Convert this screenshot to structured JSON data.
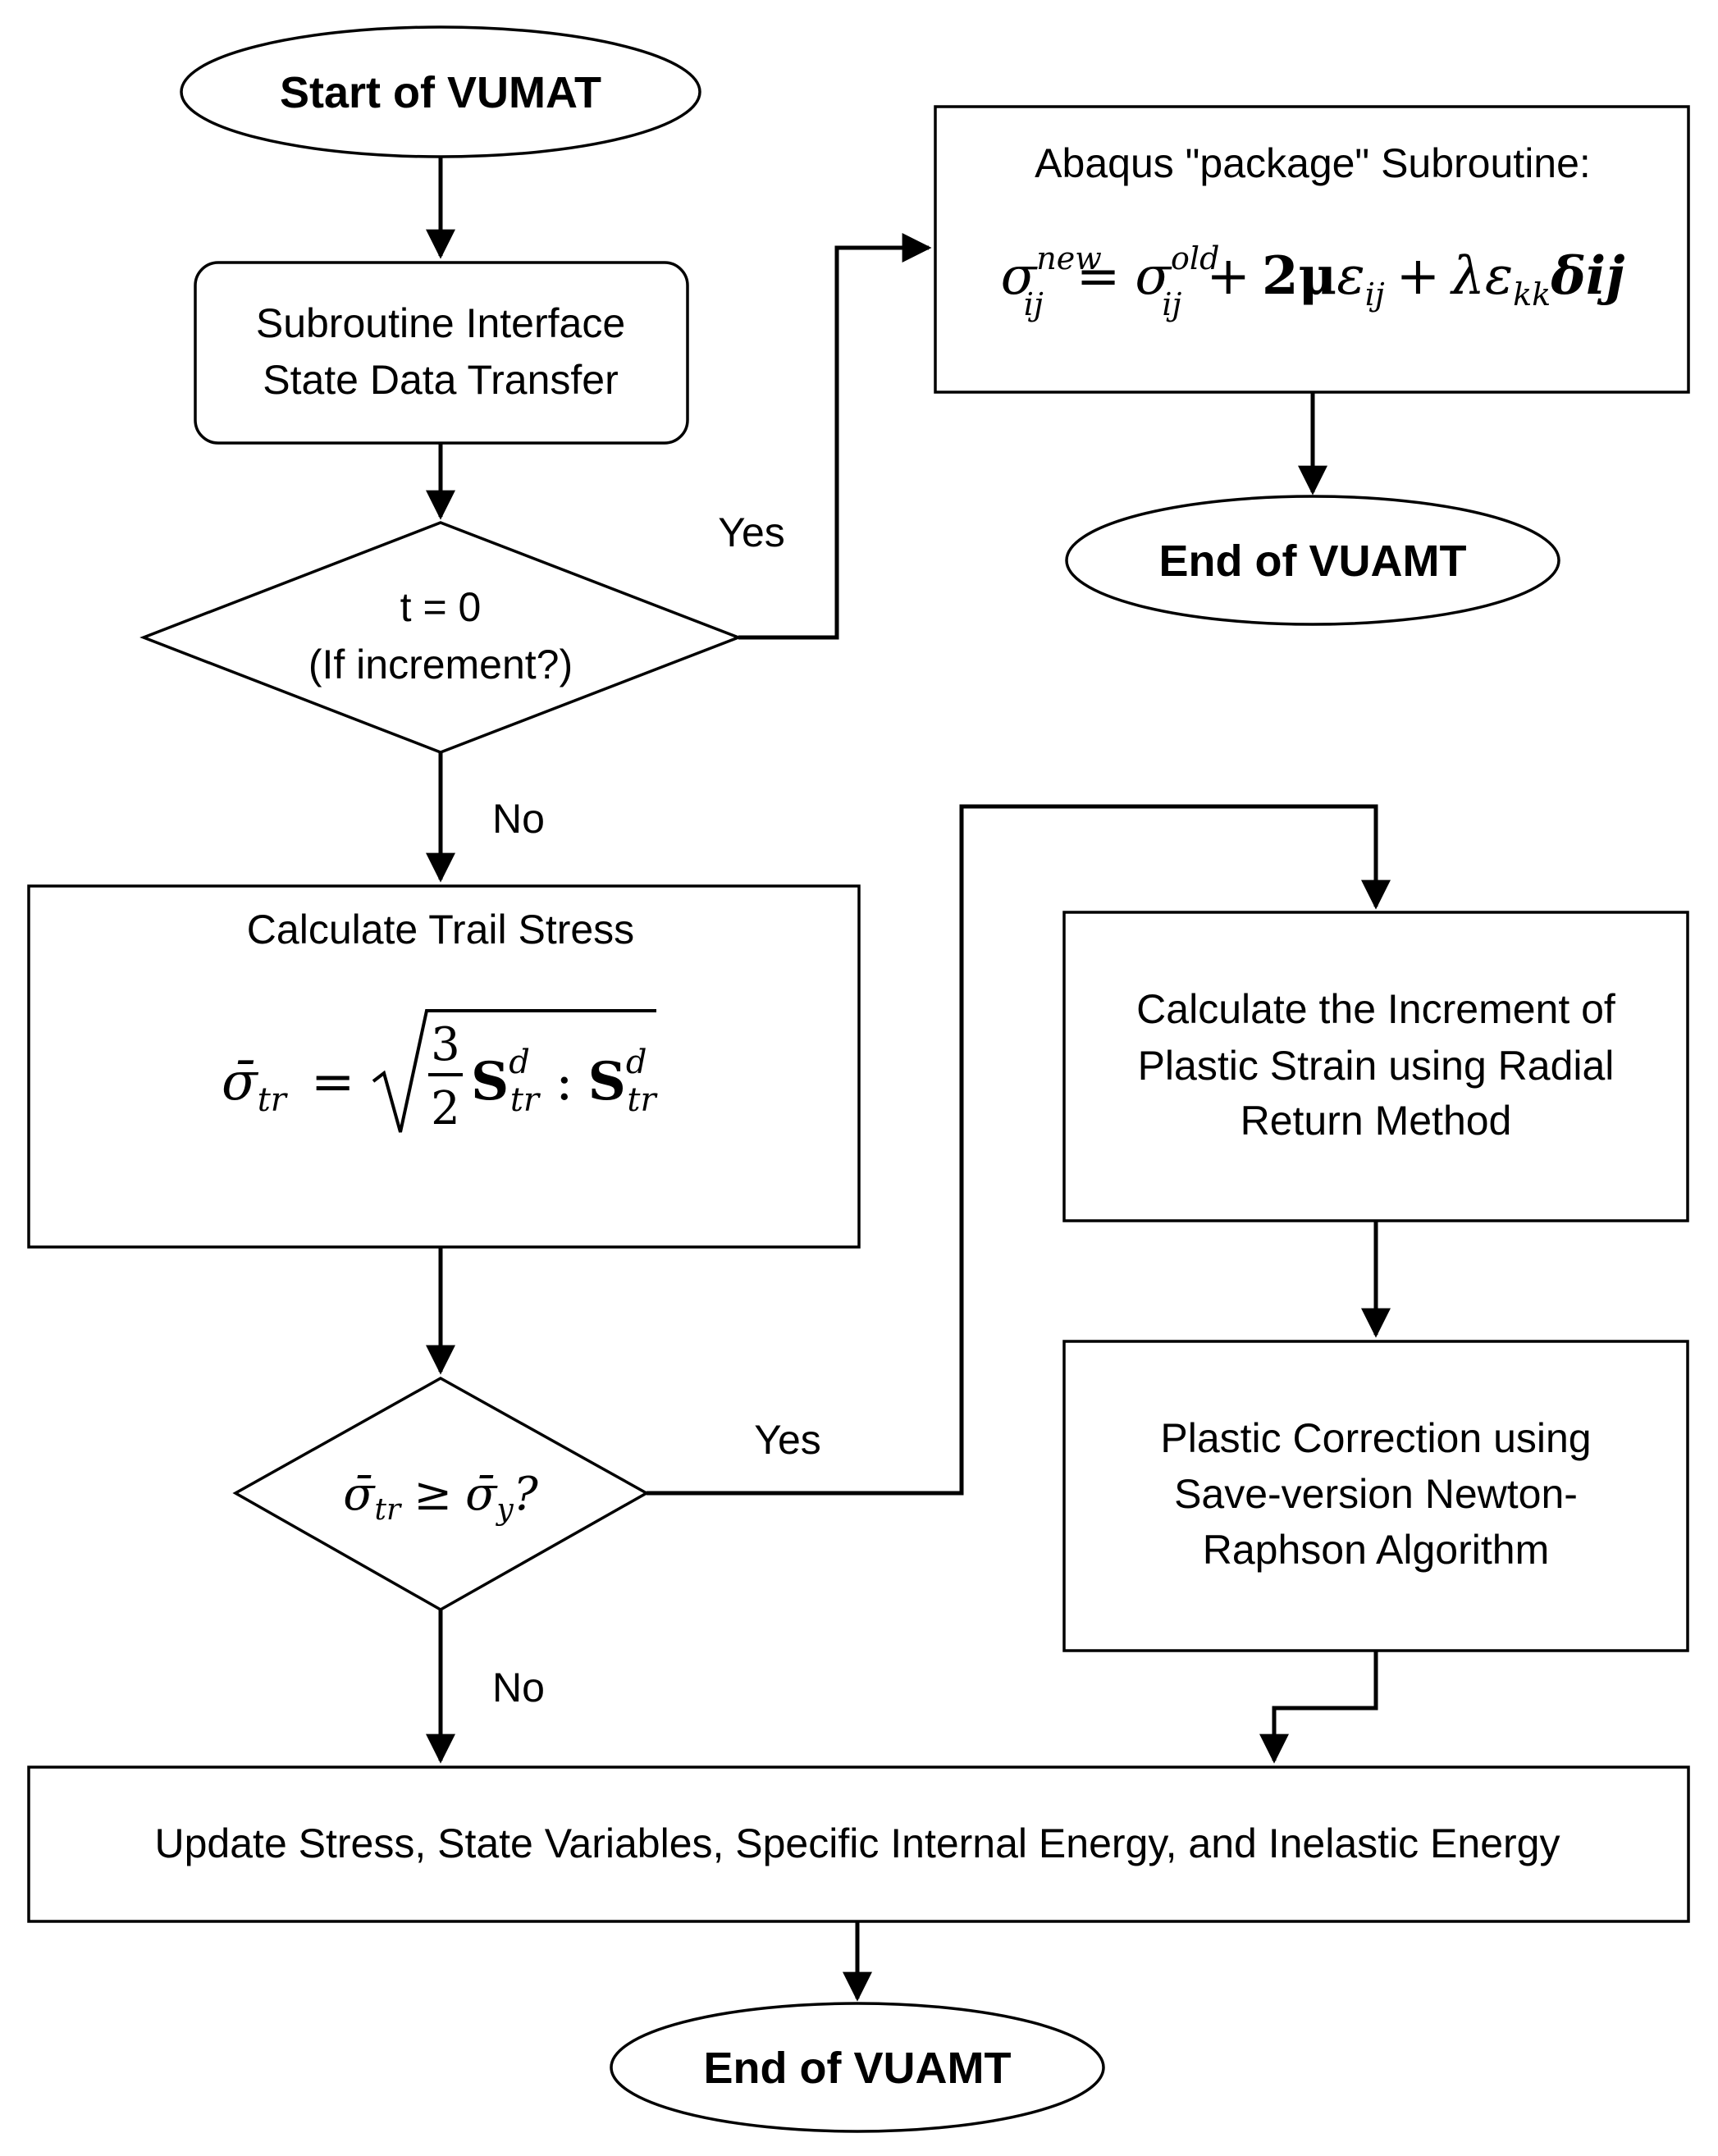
{
  "nodes": {
    "start": {
      "text": "Start of VUMAT"
    },
    "interface": {
      "lines": [
        "Subroutine Interface",
        "State Data Transfer"
      ]
    },
    "decision_t": {
      "lines": [
        "t = 0",
        "(If increment?)"
      ]
    },
    "abaqus": {
      "title": "Abaqus \"package\" Subroutine:",
      "formula": {
        "sigma": "σ",
        "sup_new": "new",
        "sub_ij": "ij",
        "eq": "=",
        "sup_old": "old",
        "plus": "+",
        "two_mu": "2μ",
        "epsilon": "ε",
        "lambda": "λ",
        "sub_kk": "kk",
        "delta_ij": "δij"
      }
    },
    "end_top": {
      "text": "End of VUAMT"
    },
    "trail": {
      "title": "Calculate Trail Stress",
      "formula": {
        "sigma_bar": "σ̄",
        "sub_tr": "tr",
        "eq": "=",
        "num": "3",
        "den": "2",
        "S": "S",
        "sup_d": "d",
        "colon": ":"
      }
    },
    "decision_sigma": {
      "formula": {
        "sigma_bar": "σ̄",
        "sub_tr": "tr",
        "geq": "≥",
        "sub_y": "y",
        "q": "?"
      }
    },
    "radial": {
      "lines": [
        "Calculate the Increment of",
        "Plastic Strain using Radial",
        "Return Method"
      ]
    },
    "plastic": {
      "lines": [
        "Plastic Correction using",
        "Save-version Newton-",
        "Raphson Algorithm"
      ]
    },
    "update": {
      "text": "Update Stress, State Variables, Specific Internal Energy, and Inelastic Energy"
    },
    "end_bottom": {
      "text": "End of VUAMT"
    }
  },
  "edges": {
    "yes_1": "Yes",
    "no_1": "No",
    "yes_2": "Yes",
    "no_2": "No"
  }
}
